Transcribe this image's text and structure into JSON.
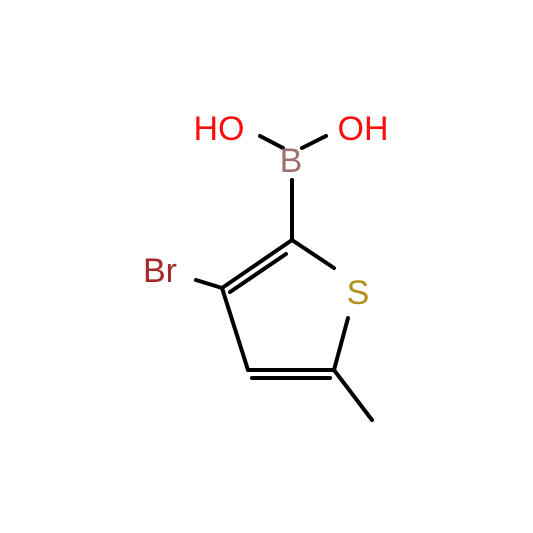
{
  "molecule": {
    "atoms": {
      "ho_left": {
        "text": "HO",
        "color": "#ff0d0d"
      },
      "oh_right": {
        "text": "OH",
        "color": "#ff0d0d"
      },
      "boron": {
        "text": "B",
        "color": "#a07070"
      },
      "bromine": {
        "text": "Br",
        "color": "#a62929"
      },
      "sulfur": {
        "text": "S",
        "color": "#b2901d"
      }
    },
    "bond_color": "#000000"
  }
}
